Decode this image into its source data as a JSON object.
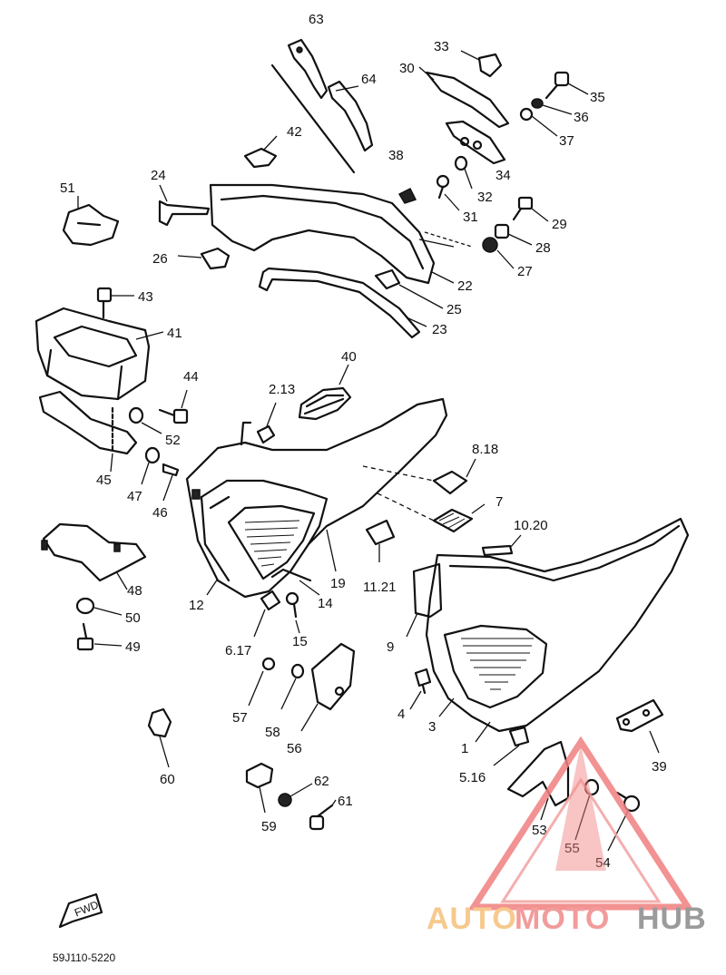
{
  "labels": {
    "p63": "63",
    "p64": "64",
    "p42": "42",
    "p33": "33",
    "p30": "30",
    "p35": "35",
    "p36": "36",
    "p37": "37",
    "p34": "34",
    "p38": "38",
    "p32": "32",
    "p31": "31",
    "p29": "29",
    "p28": "28",
    "p27": "27",
    "p51": "51",
    "p24": "24",
    "p26": "26",
    "p22": "22",
    "p25": "25",
    "p23": "23",
    "p43": "43",
    "p41": "41",
    "p44": "44",
    "p52": "52",
    "p40": "40",
    "p2_13": "2.13",
    "p8_18": "8.18",
    "p7": "7",
    "p10_20": "10.20",
    "p45": "45",
    "p47": "47",
    "p46": "46",
    "p11_21": "11.21",
    "p19": "19",
    "p12": "12",
    "p14": "14",
    "p48": "48",
    "p50": "50",
    "p49": "49",
    "p9": "9",
    "p6_17": "6.17",
    "p15": "15",
    "p4": "4",
    "p3": "3",
    "p1": "1",
    "p39": "39",
    "p57": "57",
    "p58": "58",
    "p56": "56",
    "p5_16": "5.16",
    "p60": "60",
    "p62": "62",
    "p61": "61",
    "p59": "59",
    "p53": "53",
    "p55": "55",
    "p54": "54"
  },
  "fwd_label": "FWD",
  "diagram_code": "59J110-5220",
  "watermark": {
    "part1": "AUTO",
    "part2": "MOTO",
    "part3": "HUB",
    "color_auto": "#f5c07a",
    "color_moto": "#f08a8a",
    "color_hub": "#8a8a8a",
    "triangle_color": "#f08080"
  }
}
